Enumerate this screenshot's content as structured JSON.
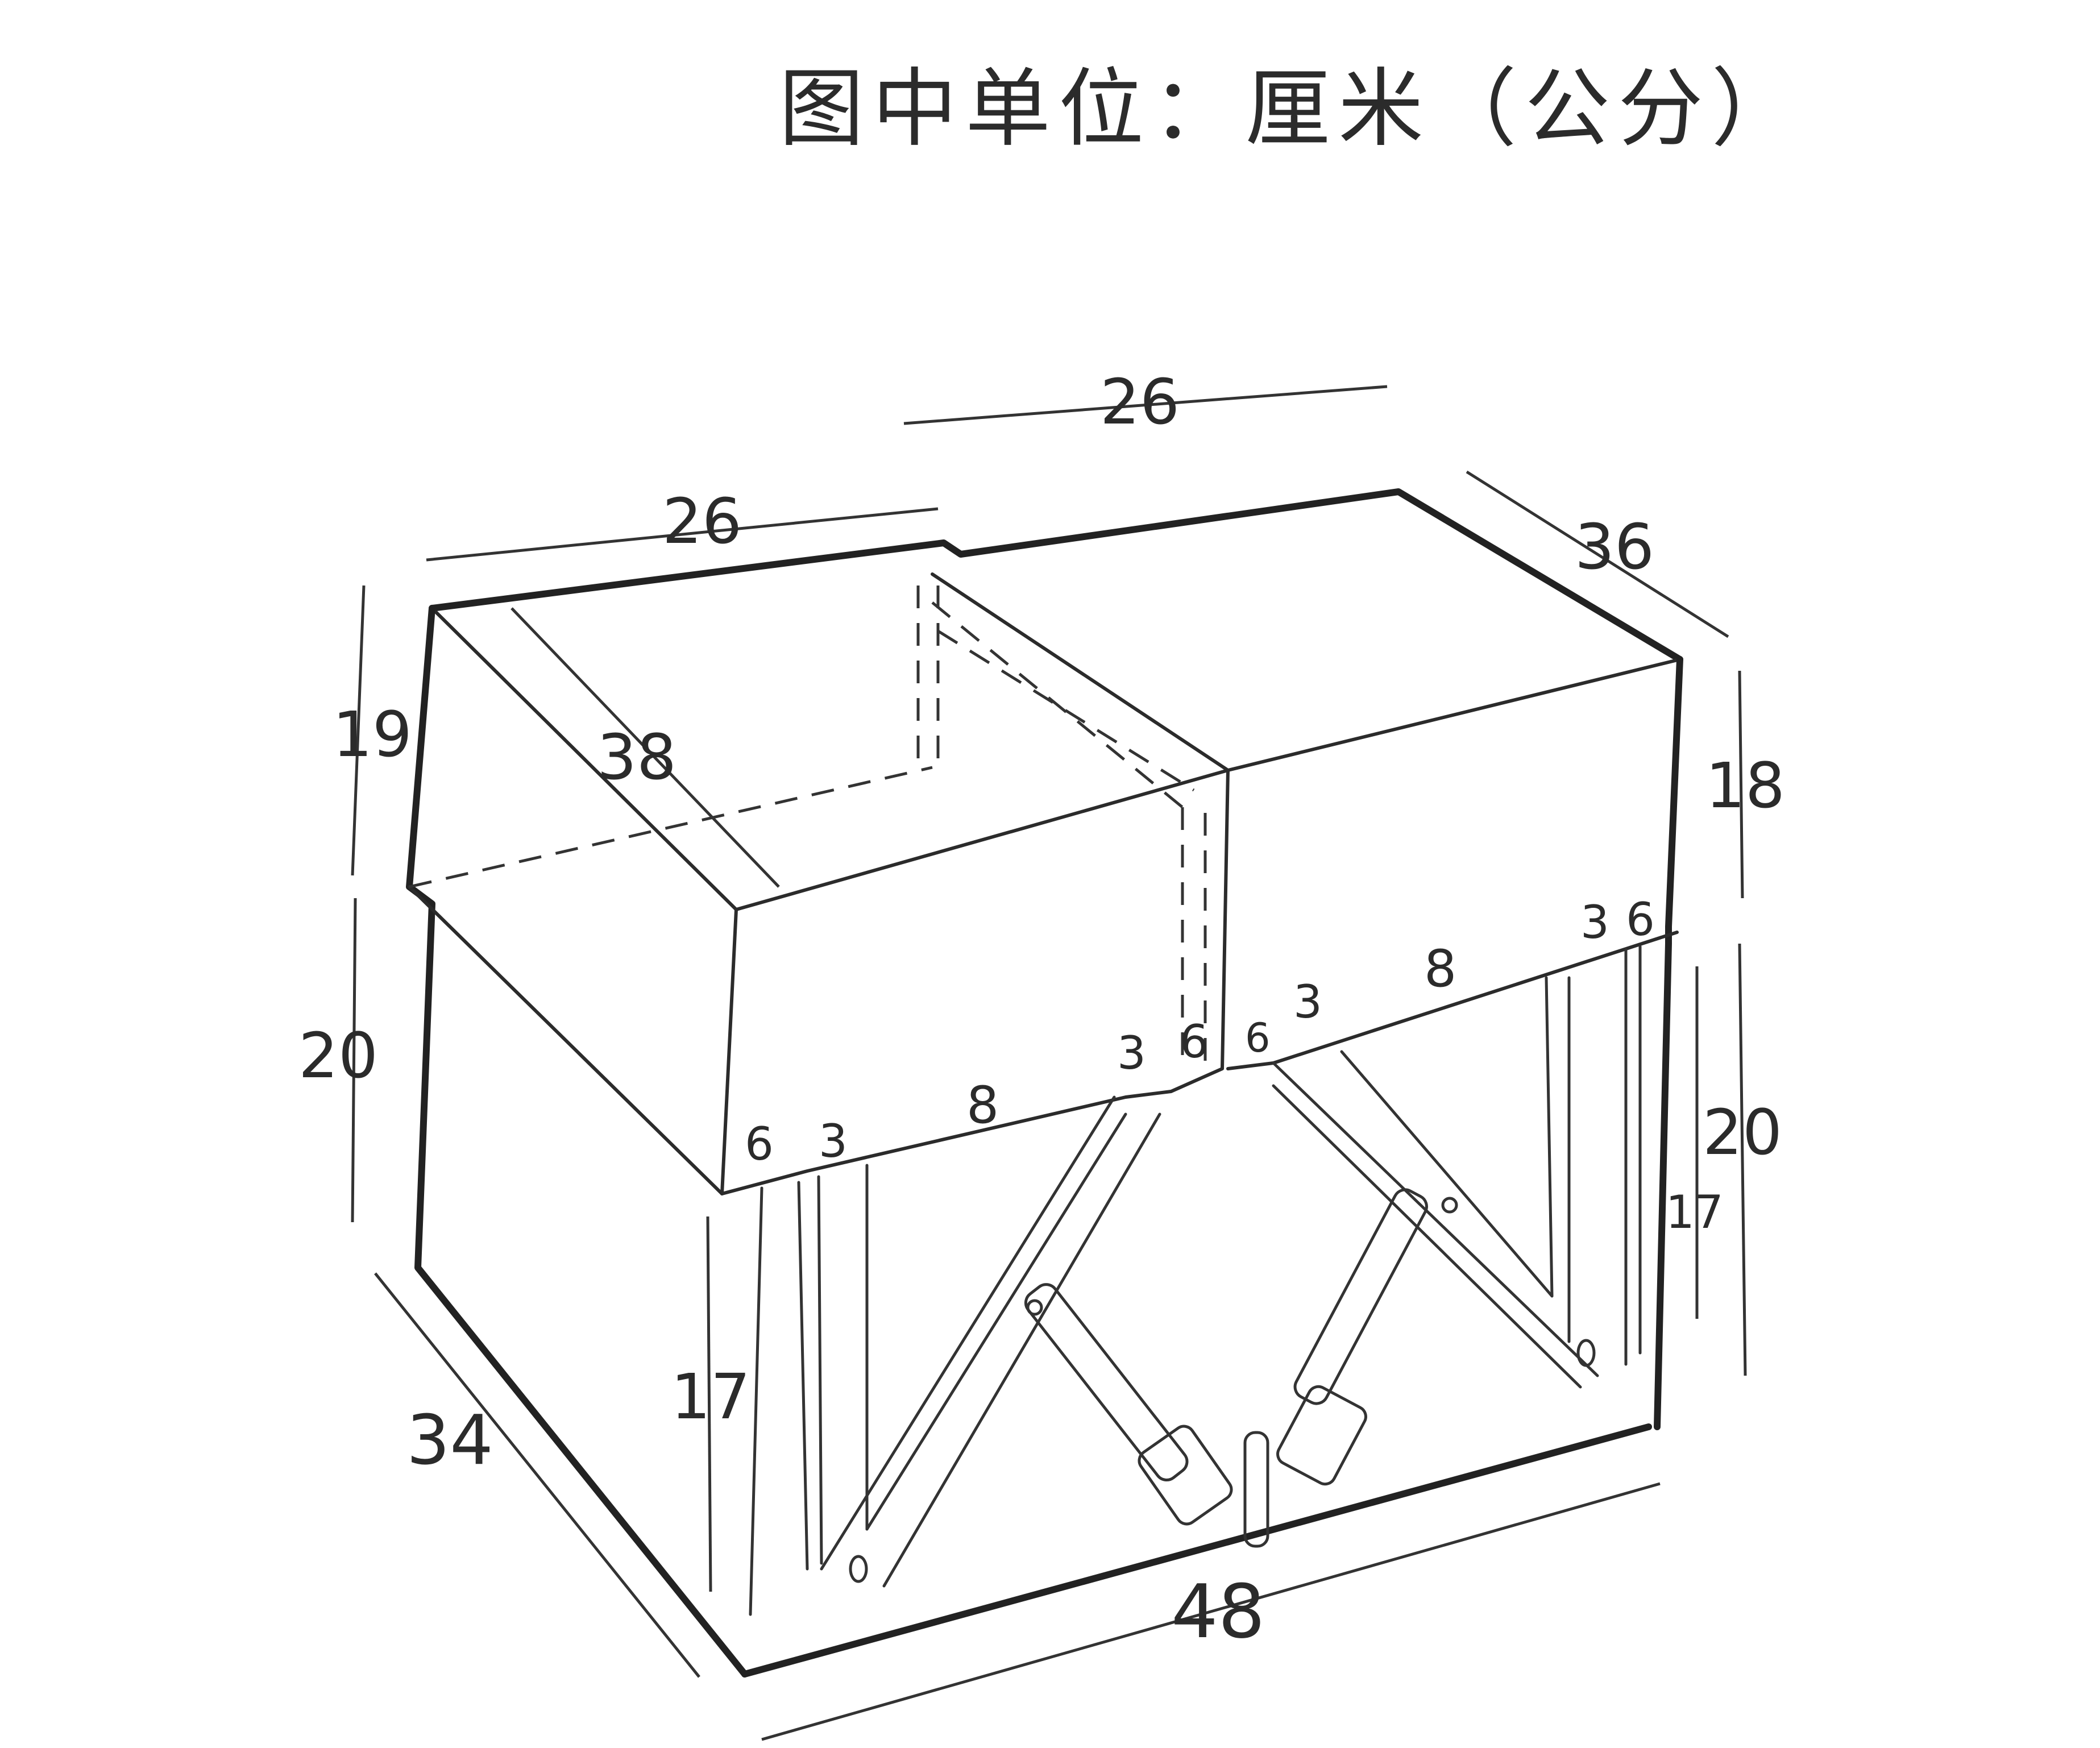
{
  "title": "图中单位：厘米（公分）",
  "drawing": {
    "subject": "folding storage box with scissor-leg mechanism",
    "stroke_color": "#222222",
    "background": "#ffffff"
  },
  "dimensions": {
    "top_left_width": "26",
    "top_right_width": "26",
    "top_depth_right": "36",
    "top_depth_left": "38",
    "left_upper_height": "19",
    "left_lower_height": "20",
    "left_leg_height": "17",
    "bottom_depth": "34",
    "bottom_width": "48",
    "right_upper_height": "18",
    "right_lower_height": "20",
    "right_leg_height": "17",
    "left_front_segments": [
      "6",
      "3",
      "8",
      "3",
      "6"
    ],
    "right_front_segments": [
      "6",
      "3",
      "8",
      "3",
      "6"
    ]
  }
}
